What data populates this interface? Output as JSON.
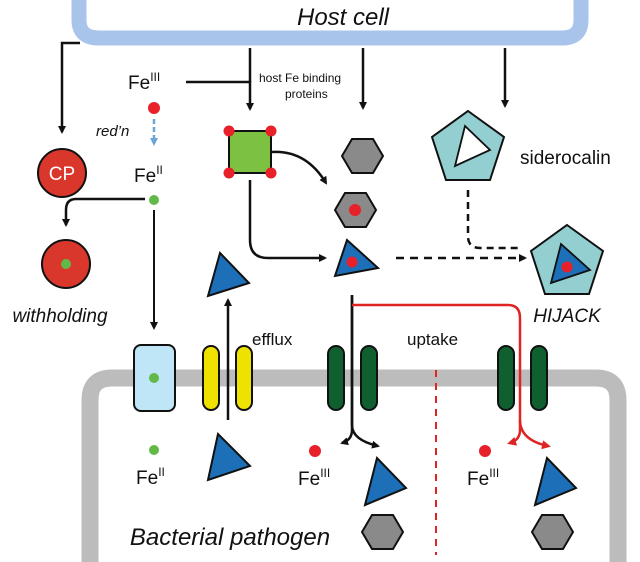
{
  "host_cell": {
    "label": "Host cell",
    "color": "#a9c4ea"
  },
  "bacterium": {
    "label": "Bacterial pathogen",
    "color": "#bcbcbc"
  },
  "left": {
    "fe3": {
      "base": "Fe",
      "sup": "III"
    },
    "reduction": "red’n",
    "fe2": {
      "base": "Fe",
      "sup": "II"
    },
    "cp": "CP",
    "withholding": "withholding"
  },
  "middle": {
    "binding_proteins_line1": "host Fe binding",
    "binding_proteins_line2": "proteins",
    "efflux": "efflux",
    "uptake": "uptake"
  },
  "right": {
    "siderocalin": "siderocalin",
    "hijack": "HIJACK"
  },
  "inside": {
    "fe2": {
      "base": "Fe",
      "sup": "II"
    },
    "fe3_a": {
      "base": "Fe",
      "sup": "III"
    },
    "fe3_b": {
      "base": "Fe",
      "sup": "III"
    }
  },
  "colors": {
    "iron": "#e8202a",
    "ferrous": "#62b948",
    "siderophore": "#1d6fb8",
    "transferrin": "#7dc142",
    "protein": "#8a8a8a",
    "siderocalin": "#93cfd0",
    "cp": "#d9372c",
    "efflux_pump": "#f0e200",
    "uptake_channel": "#0f5f2f",
    "fe2_transporter": "#bfe6f7",
    "hijack_arrow": "#e02424",
    "reduction_arrow": "#6aa7d8"
  }
}
